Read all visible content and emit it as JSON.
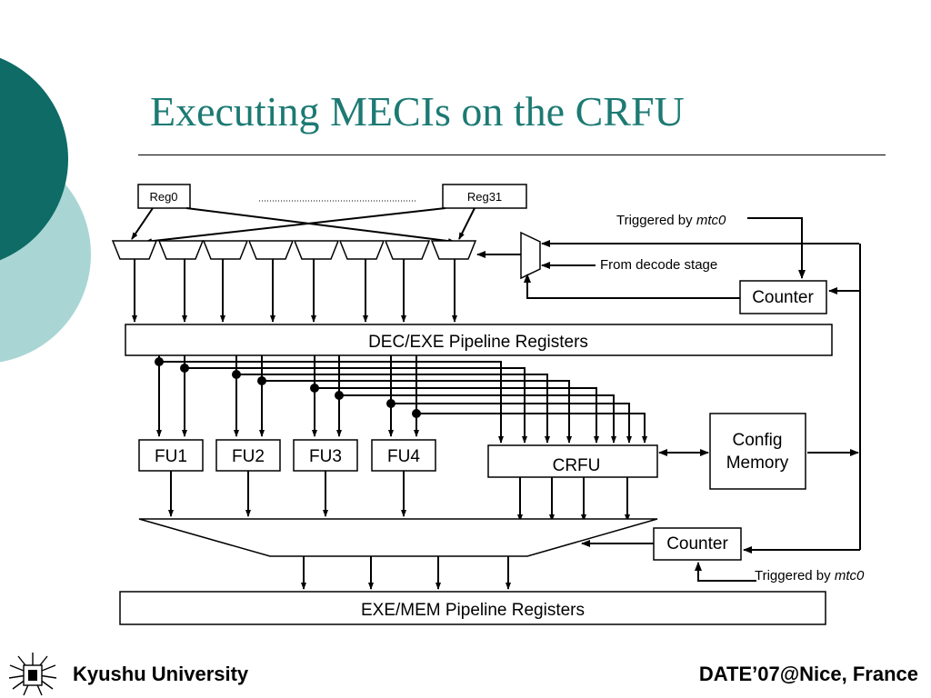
{
  "slide": {
    "title": "Executing MECIs on the CRFU",
    "footer_left": "Kyushu University",
    "footer_right": "DATE’07@Nice, France"
  },
  "diagram": {
    "reg_left": "Reg0",
    "reg_right": "Reg31",
    "triggered_top": {
      "prefix": "Triggered by ",
      "italic": "mtc0"
    },
    "from_decode": "From decode stage",
    "counter_top": "Counter",
    "dec_exe": "DEC/EXE Pipeline Registers",
    "fu": [
      "FU1",
      "FU2",
      "FU3",
      "FU4"
    ],
    "crfu": "CRFU",
    "config_line1": "Config",
    "config_line2": "Memory",
    "counter_bottom": "Counter",
    "triggered_bottom": {
      "prefix": "Triggered by ",
      "italic": "mtc0"
    },
    "exe_mem": "EXE/MEM Pipeline Registers"
  },
  "colors": {
    "title": "#1c7a73",
    "circle_dark": "#0e6b66",
    "circle_light": "#a9d6d4"
  }
}
